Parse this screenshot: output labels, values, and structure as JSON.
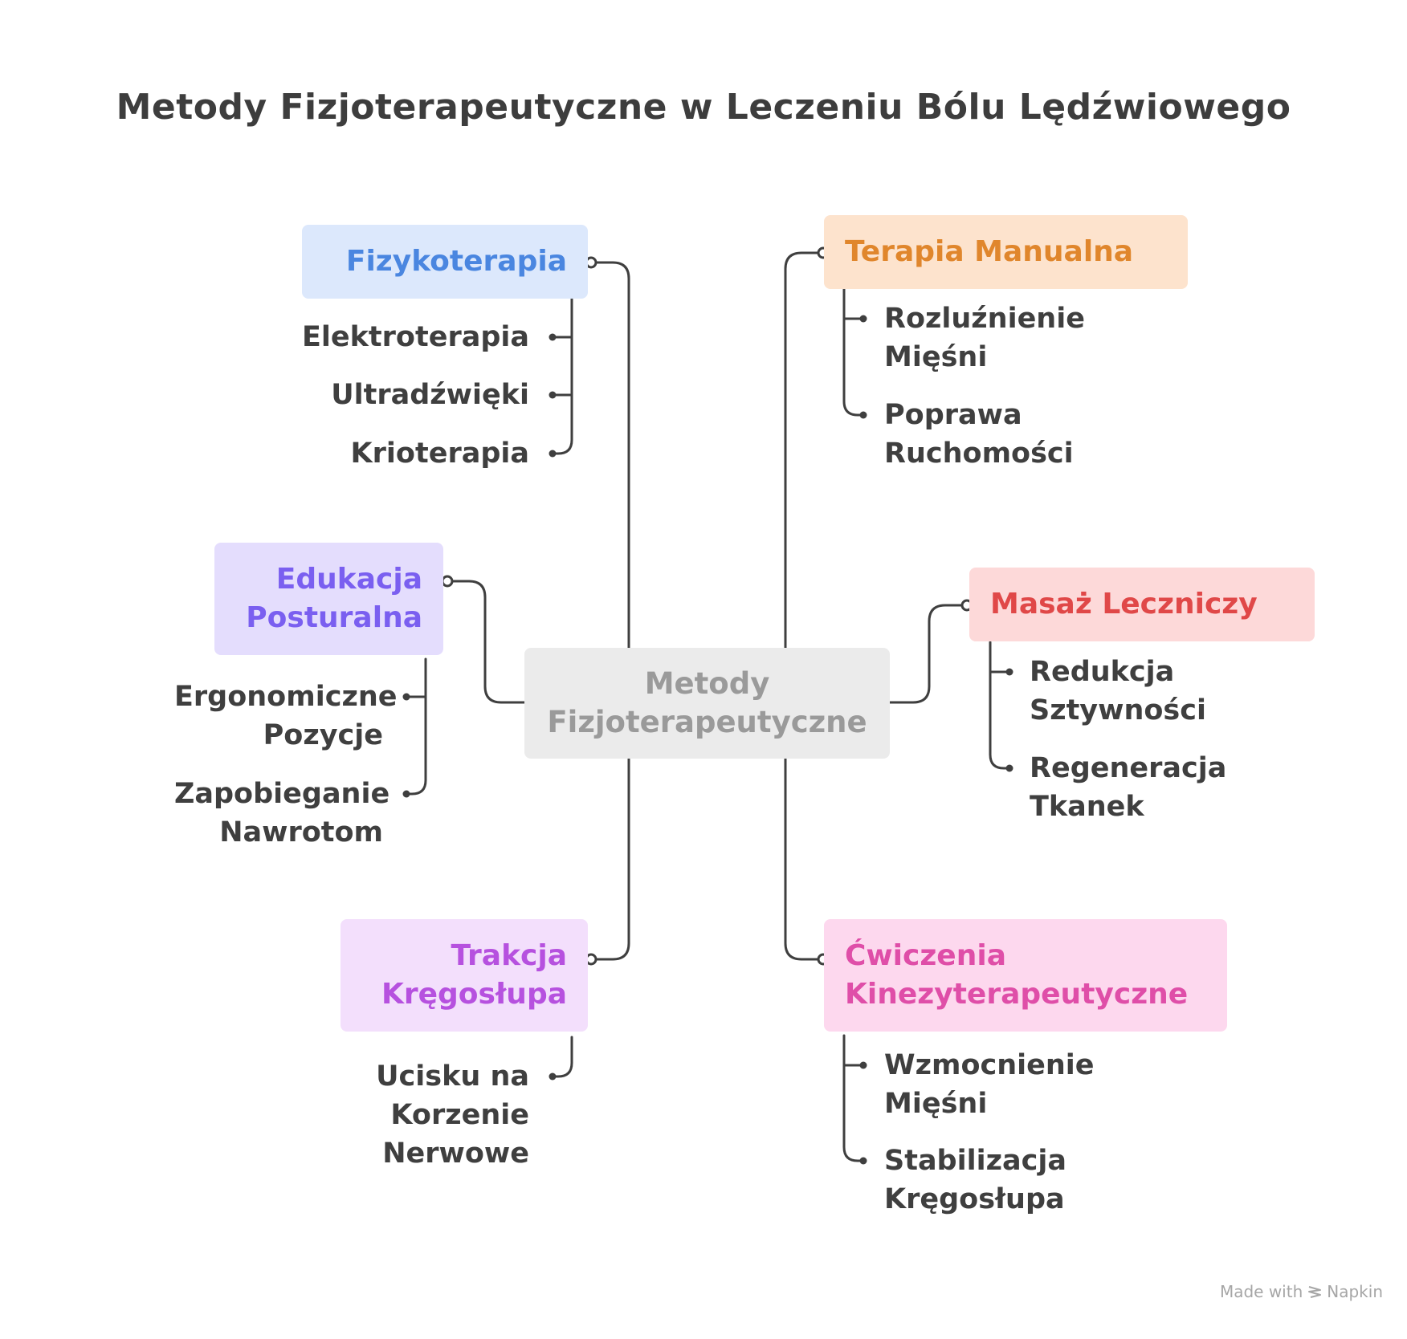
{
  "title": "Metody Fizjoterapeutyczne w Leczeniu Bólu Lędźwiowego",
  "center": {
    "label": "Metody Fizjoterapeutyczne"
  },
  "branches": [
    {
      "label": "Fizykoterapia",
      "color": "#4a86e0",
      "bg": "#dce8fc",
      "items": [
        "Elektroterapia",
        "Ultradźwięki",
        "Krioterapia"
      ]
    },
    {
      "label": "Edukacja Posturalna",
      "color": "#7a5ff0",
      "bg": "#e4ddfd",
      "items": [
        "Ergonomiczne Pozycje",
        "Zapobieganie Nawrotom"
      ]
    },
    {
      "label": "Trakcja Kręgosłupa",
      "color": "#b651df",
      "bg": "#f3dffc",
      "items": [
        "Ucisku na Korzenie Nerwowe"
      ]
    },
    {
      "label": "Terapia Manualna",
      "color": "#e0862c",
      "bg": "#fde3cd",
      "items": [
        "Rozluźnienie Mięśni",
        "Poprawa Ruchomości"
      ]
    },
    {
      "label": "Masaż Leczniczy",
      "color": "#e04848",
      "bg": "#fdd9d9",
      "items": [
        "Redukcja Sztywności",
        "Regeneracja Tkanek"
      ]
    },
    {
      "label": "Ćwiczenia Kinezyterapeutyczne",
      "color": "#df4ea8",
      "bg": "#fdd8ee",
      "items": [
        "Wzmocnienie Mięśni",
        "Stabilizacja Kręgosłupa"
      ]
    }
  ],
  "watermark": {
    "prefix": "Made with",
    "brand": "Napkin"
  },
  "colors": {
    "line": "#3f3f3f",
    "center_bg": "#ebebeb",
    "center_text": "#9a9a9a",
    "text": "#3f3f3f"
  }
}
